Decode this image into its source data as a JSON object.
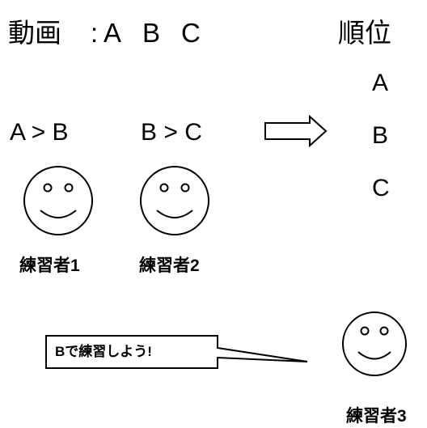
{
  "header": {
    "videos_label": "動画",
    "videos_separator": ":",
    "videos": [
      "A",
      "B",
      "C"
    ],
    "ranking_label": "順位"
  },
  "ranking": [
    "A",
    "B",
    "C"
  ],
  "trainees": [
    {
      "preference": "A > B",
      "name": "練習者1"
    },
    {
      "preference": "B > C",
      "name": "練習者2"
    },
    {
      "preference": "",
      "name": "練習者3"
    }
  ],
  "callout": {
    "text": "Bで練習しよう!"
  },
  "icons": {
    "arrow": "right-arrow-icon",
    "face": "smiley-face-icon"
  }
}
